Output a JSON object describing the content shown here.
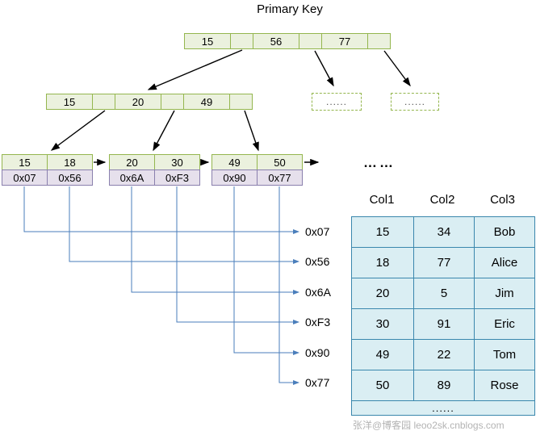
{
  "title": "Primary Key",
  "tree": {
    "root": {
      "cells": [
        "15",
        "",
        "56",
        "",
        "77",
        ""
      ]
    },
    "internal": {
      "cells": [
        "15",
        "",
        "20",
        "",
        "49",
        ""
      ]
    },
    "dashed_nodes": [
      "......",
      "......"
    ],
    "leaves": [
      {
        "keys": [
          "15",
          "18"
        ],
        "pointers": [
          "0x07",
          "0x56"
        ]
      },
      {
        "keys": [
          "20",
          "30"
        ],
        "pointers": [
          "0x6A",
          "0xF3"
        ]
      },
      {
        "keys": [
          "49",
          "50"
        ],
        "pointers": [
          "0x90",
          "0x77"
        ]
      }
    ],
    "leaf_ellipsis": "……"
  },
  "pointer_labels": [
    "0x07",
    "0x56",
    "0x6A",
    "0xF3",
    "0x90",
    "0x77"
  ],
  "table": {
    "headers": [
      "Col1",
      "Col2",
      "Col3"
    ],
    "rows": [
      [
        "15",
        "34",
        "Bob"
      ],
      [
        "18",
        "77",
        "Alice"
      ],
      [
        "20",
        "5",
        "Jim"
      ],
      [
        "30",
        "91",
        "Eric"
      ],
      [
        "49",
        "22",
        "Tom"
      ],
      [
        "50",
        "89",
        "Rose"
      ]
    ],
    "ellipsis_row": "......"
  },
  "watermark": "张洋@博客园 leoo2sk.cnblogs.com",
  "colors": {
    "node_fill": "#ebf1de",
    "node_border": "#94b64e",
    "pointer_fill": "#e6e0ec",
    "pointer_border": "#8a80ad",
    "table_fill": "#daeef3",
    "table_border": "#3a87ad",
    "arrow": "#000000",
    "pointer_line": "#4a7ebb"
  }
}
